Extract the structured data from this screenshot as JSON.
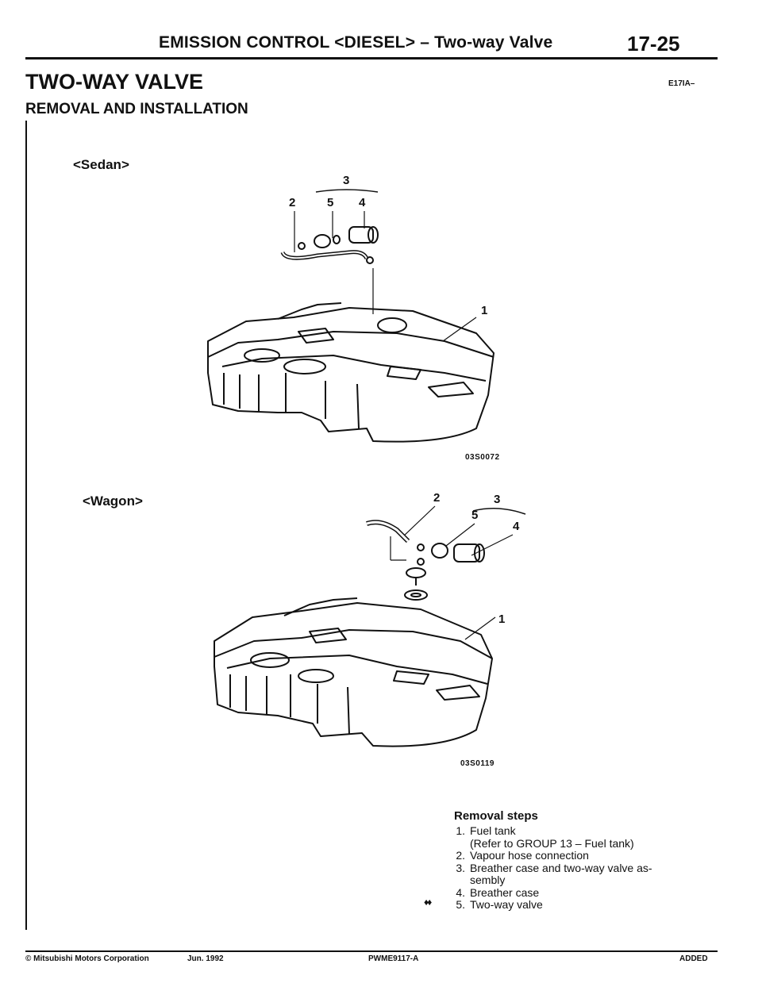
{
  "header": {
    "title": "EMISSION CONTROL <DIESEL> – Two-way Valve",
    "page": "17-25"
  },
  "heading": "TWO-WAY VALVE",
  "section_code": "E17IA–",
  "subheading": "REMOVAL AND INSTALLATION",
  "sedan": {
    "label": "<Sedan>",
    "figure_id": "03S0072",
    "callouts": [
      "1",
      "2",
      "3",
      "4",
      "5"
    ]
  },
  "wagon": {
    "label": "<Wagon>",
    "figure_id": "03S0119",
    "callouts": [
      "1",
      "2",
      "3",
      "4",
      "5"
    ]
  },
  "removal_steps": {
    "title": "Removal steps",
    "marker": "♦♦",
    "items": [
      {
        "num": "1.",
        "text": "Fuel tank\n(Refer to GROUP 13 – Fuel tank)"
      },
      {
        "num": "2.",
        "text": "Vapour hose connection"
      },
      {
        "num": "3.",
        "text": "Breather case and two-way valve as-\nsembly"
      },
      {
        "num": "4.",
        "text": "Breather case"
      },
      {
        "num": "5.",
        "text": "Two-way valve"
      }
    ]
  },
  "footer": {
    "copyright": "© Mitsubishi Motors Corporation",
    "date": "Jun. 1992",
    "doc_id": "PWME9117-A",
    "status": "ADDED"
  }
}
